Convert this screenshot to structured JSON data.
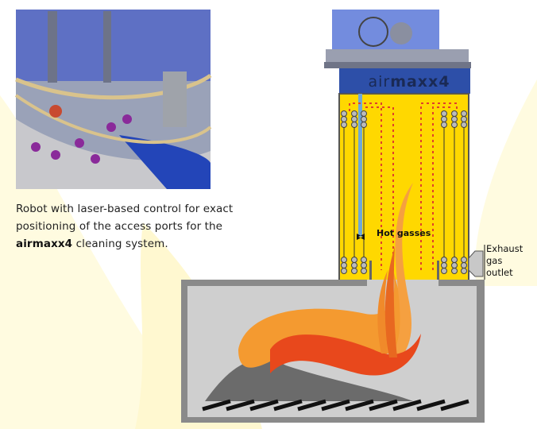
{
  "caption": {
    "line1": "Robot with laser-based control for exact",
    "line2": "positioning of the access ports for the",
    "brand": "airmaxx4",
    "tail": " cleaning system."
  },
  "diagram": {
    "brand_light": "air",
    "brand_bold": "maxx4",
    "hot_gasses": "Hot gasses",
    "exhaust": [
      "Exhaust",
      "gas",
      "outlet"
    ]
  },
  "colors": {
    "tank_yellow": "#ffd800",
    "brand_blue": "#2d4fa8",
    "flame_orange": "#f27a1a",
    "furnace_gray": "#8a8a8a"
  }
}
